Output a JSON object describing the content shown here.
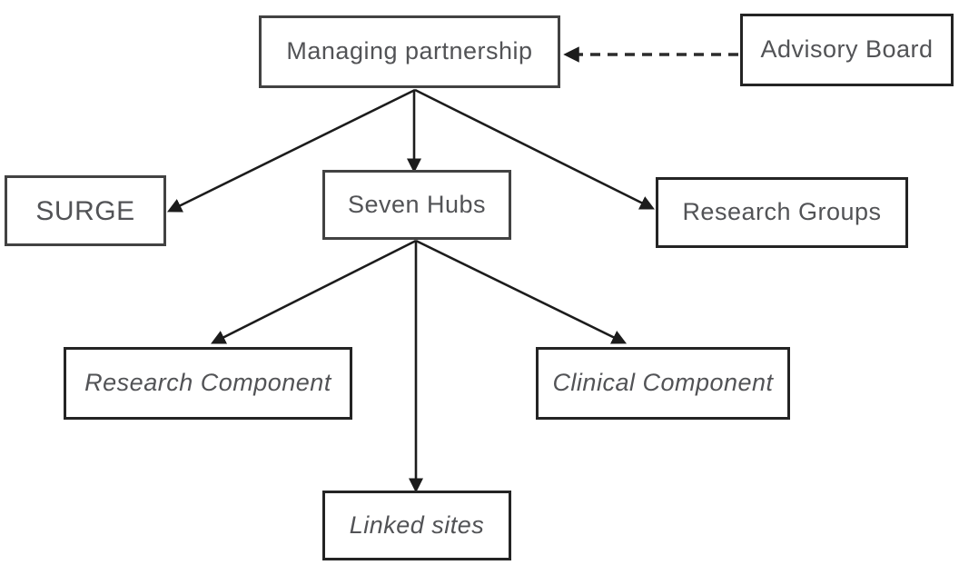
{
  "diagram": {
    "background": "#ffffff",
    "colors": {
      "box_border": "#3a3a3a",
      "text": "#525356",
      "arrow": "#1c1c1c"
    },
    "nodes": {
      "managing_partnership": {
        "label": "Managing partnership"
      },
      "advisory_board": {
        "label": "Advisory Board"
      },
      "surge": {
        "label": "SURGE"
      },
      "seven_hubs": {
        "label": "Seven Hubs"
      },
      "research_groups": {
        "label": "Research Groups"
      },
      "research_component": {
        "label": "Research Component"
      },
      "clinical_component": {
        "label": "Clinical Component"
      },
      "linked_sites": {
        "label": "Linked sites"
      }
    },
    "edges": [
      {
        "from": "Advisory Board",
        "to": "Managing partnership",
        "style": "dashed"
      },
      {
        "from": "Managing partnership",
        "to": "SURGE",
        "style": "solid"
      },
      {
        "from": "Managing partnership",
        "to": "Seven Hubs",
        "style": "solid"
      },
      {
        "from": "Managing partnership",
        "to": "Research Groups",
        "style": "solid"
      },
      {
        "from": "Seven Hubs",
        "to": "Research Component",
        "style": "solid"
      },
      {
        "from": "Seven Hubs",
        "to": "Linked sites",
        "style": "solid"
      },
      {
        "from": "Seven Hubs",
        "to": "Clinical Component",
        "style": "solid"
      }
    ]
  }
}
